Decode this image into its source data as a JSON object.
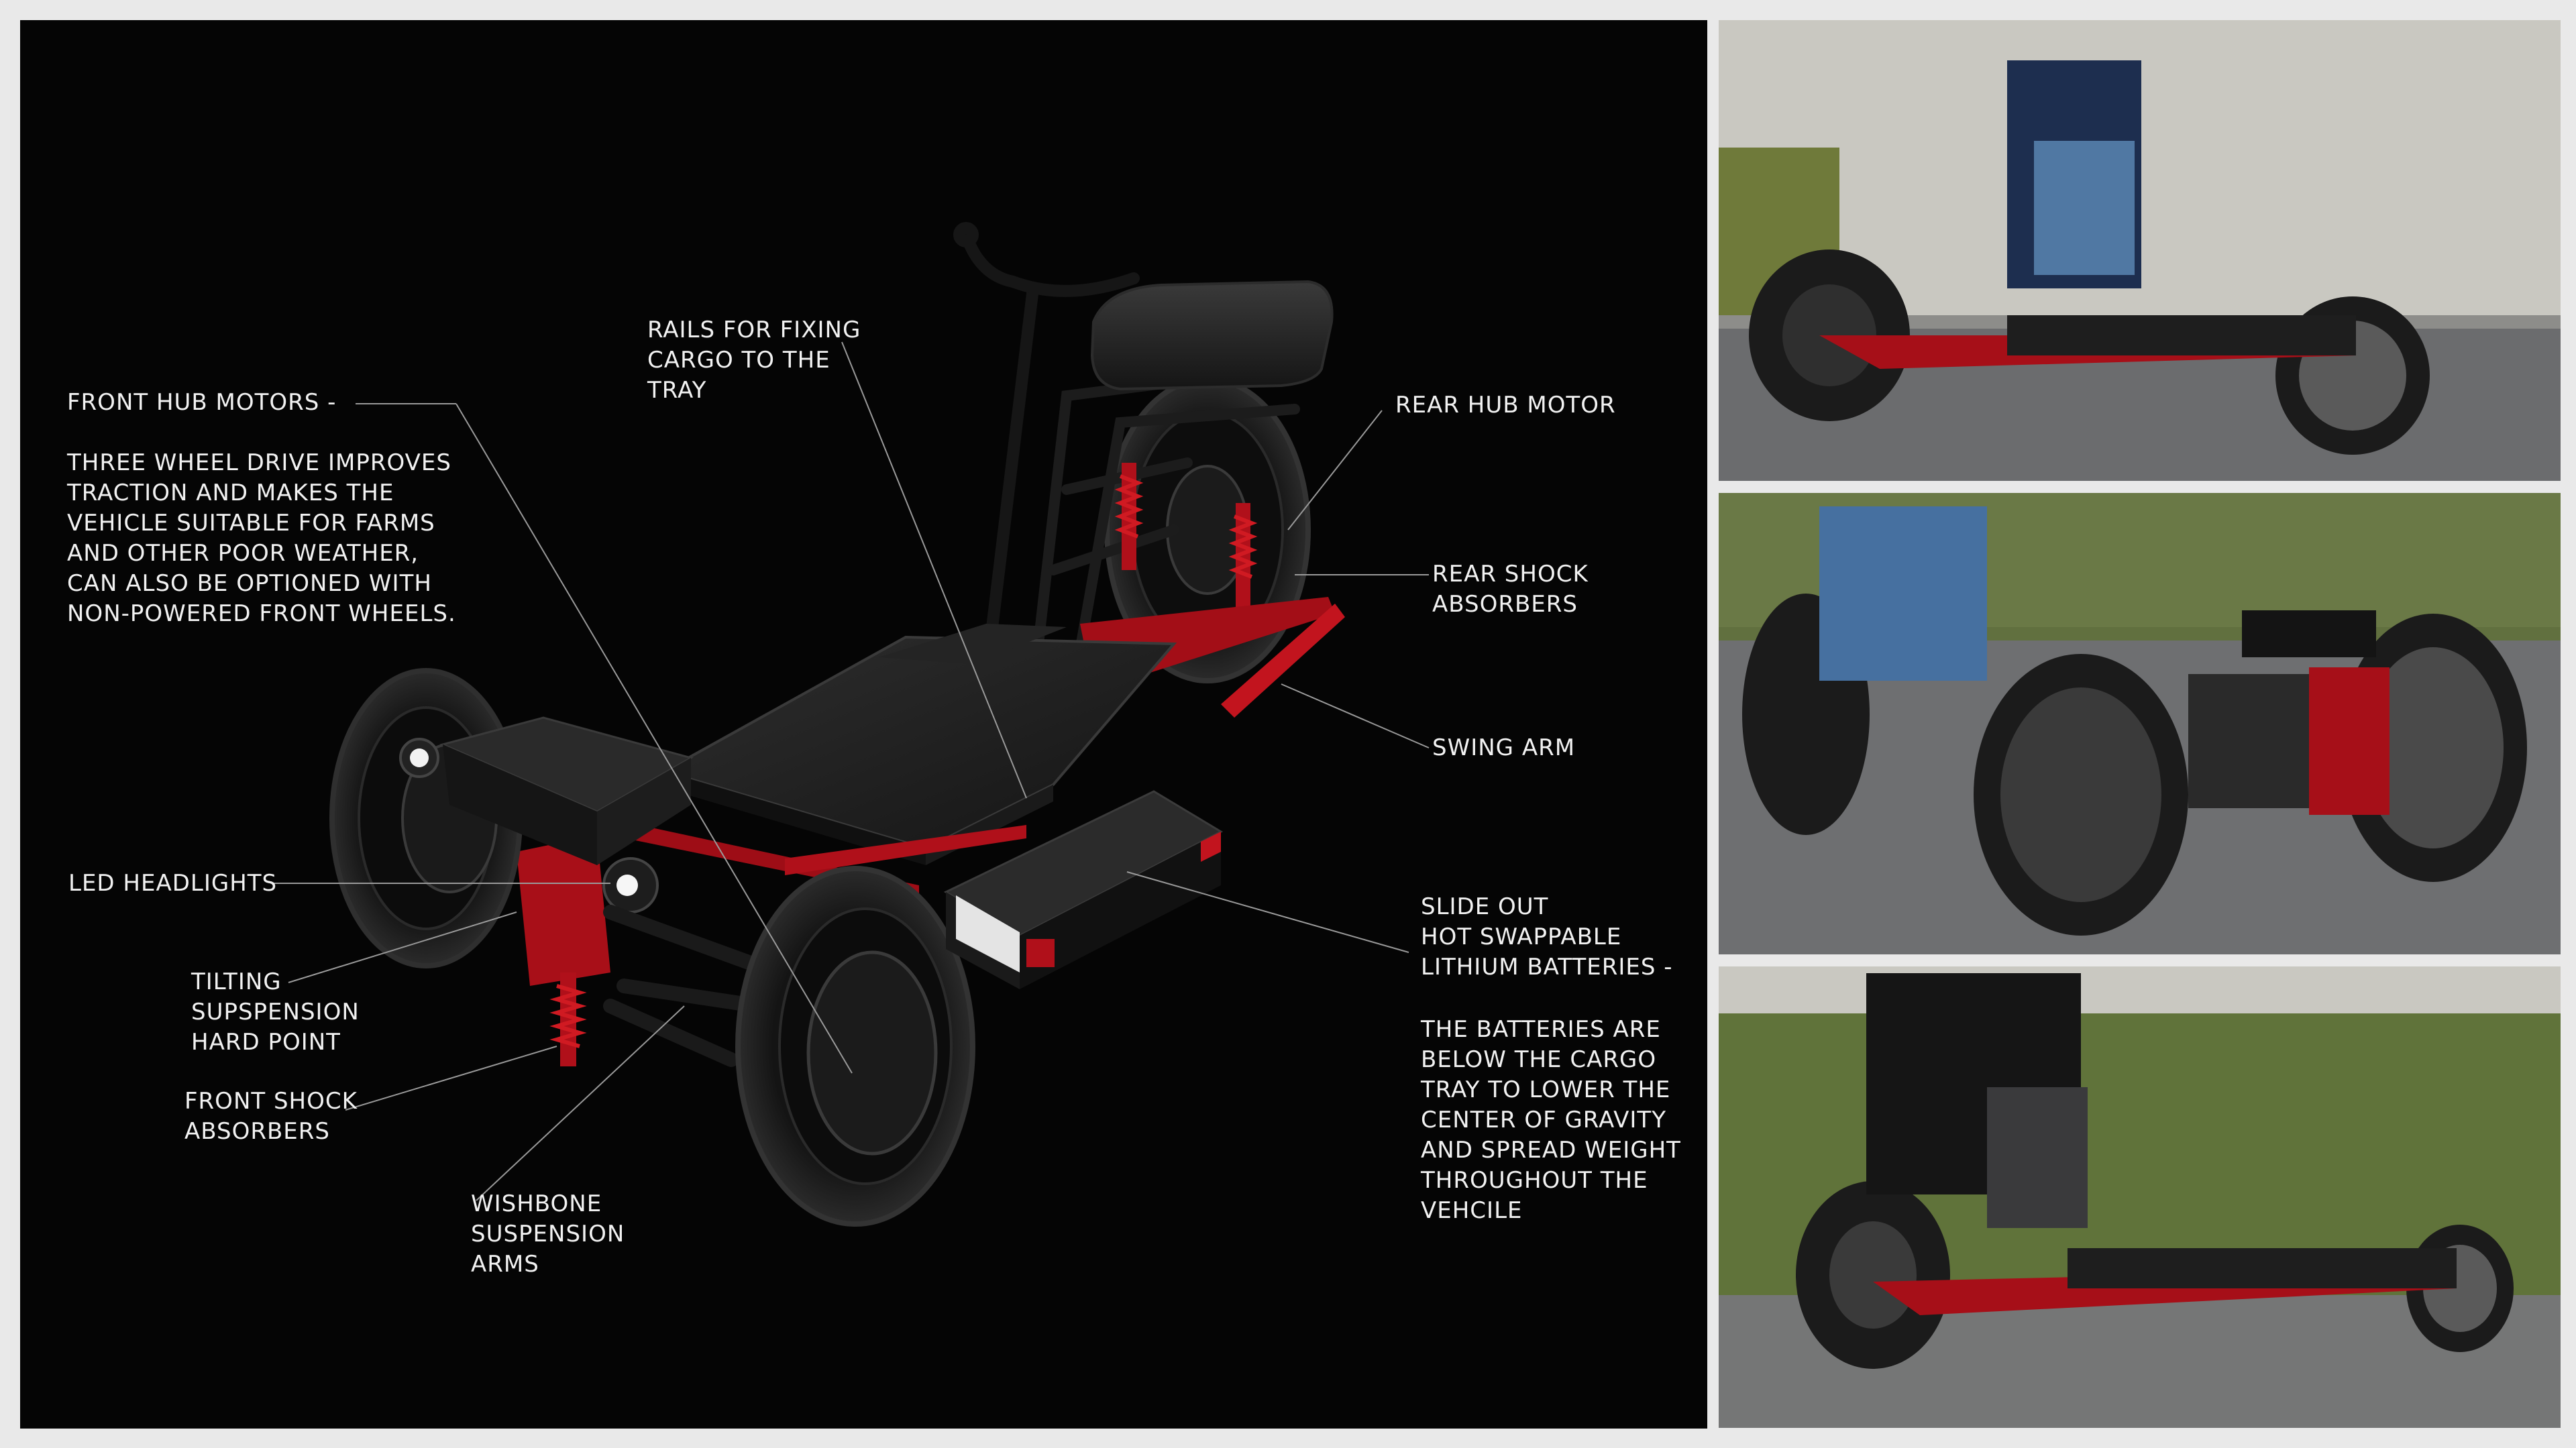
{
  "labels": {
    "front_hub_motors_title": "FRONT HUB MOTORS -",
    "front_hub_motors_body": "THREE WHEEL DRIVE IMPROVES\nTRACTION AND MAKES THE\nVEHICLE SUITABLE FOR FARMS\nAND OTHER POOR WEATHER,\nCAN ALSO BE OPTIONED WITH\nNON-POWERED FRONT WHEELS.",
    "rails": "RAILS FOR FIXING\nCARGO TO THE\nTRAY",
    "rear_hub_motor": "REAR HUB MOTOR",
    "rear_shock": "REAR SHOCK\nABSORBERS",
    "swing_arm": "SWING ARM",
    "led_headlights": "LED HEADLIGHTS",
    "tilting": "TILTING\nSUPSPENSION\nHARD POINT",
    "front_shock": "FRONT SHOCK\nABSORBERS",
    "wishbone": "WISHBONE\nSUSPENSION\nARMS",
    "batteries_title": "SLIDE OUT\nHOT SWAPPABLE\nLITHIUM BATTERIES -",
    "batteries_body": "THE BATTERIES ARE\nBELOW THE CARGO\nTRAY TO LOWER THE\nCENTER OF GRAVITY\nAND SPREAD WEIGHT\nTHROUGHOUT THE\nVEHCILE"
  },
  "colors": {
    "background": "#050505",
    "frame_red": "#b0101a",
    "label_text": "#f2f2f2",
    "leader_line": "#9a9a9a",
    "page_border": "#e9e9e9"
  }
}
